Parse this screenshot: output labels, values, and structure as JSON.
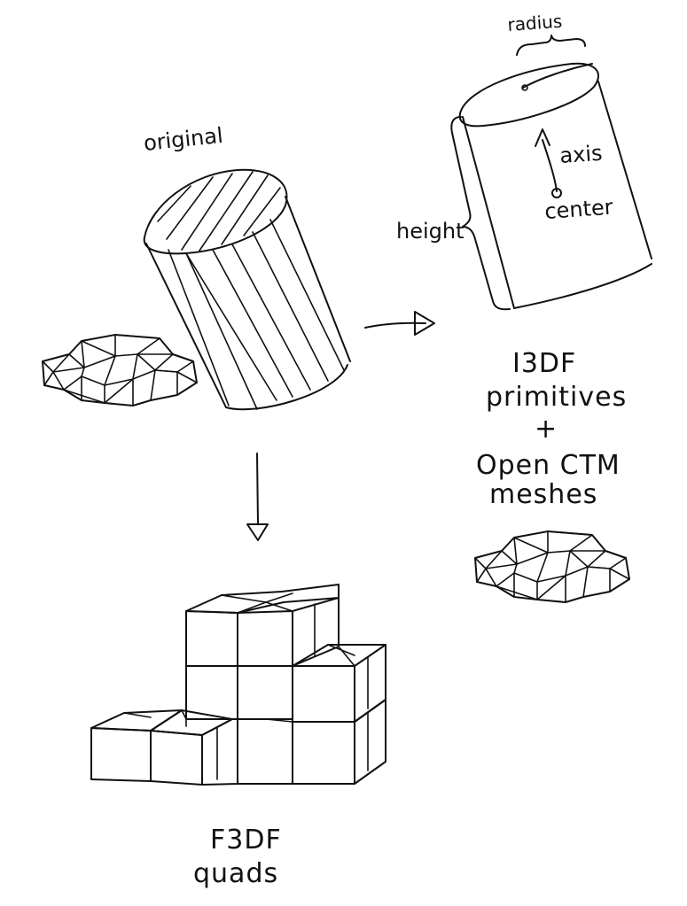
{
  "labels": {
    "original": "original",
    "radius": "radius",
    "axis": "axis",
    "center": "center",
    "height": "height",
    "i3df_line1": "I3DF",
    "i3df_line2": "primitives",
    "plus": "+",
    "opencm_line1": "Open CTM",
    "opencm_line2": "meshes",
    "f3df_line1": "F3DF",
    "f3df_line2": "quads"
  },
  "colors": {
    "ink": "#111111",
    "paper": "#ffffff"
  }
}
